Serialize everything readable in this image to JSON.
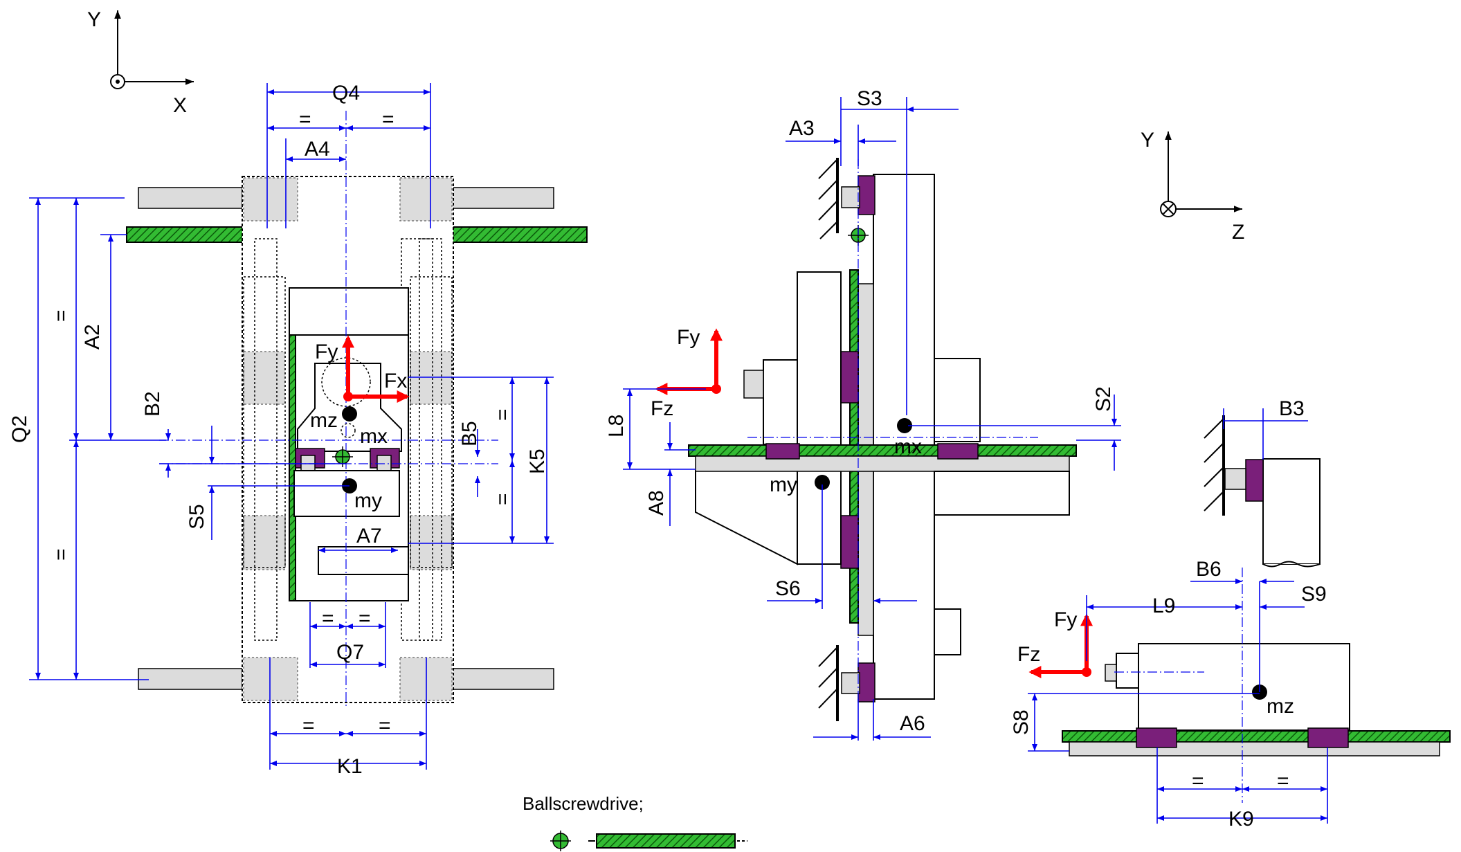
{
  "axes": {
    "front": {
      "y": "Y",
      "x": "X"
    },
    "side": {
      "y": "Y",
      "z": "Z"
    }
  },
  "front_view": {
    "dims": {
      "q4": "Q4",
      "a4": "A4",
      "q2": "Q2",
      "a2": "A2",
      "b2": "B2",
      "s5": "S5",
      "b5": "B5",
      "k5": "K5",
      "a7": "A7",
      "q7": "Q7",
      "k1": "K1",
      "eq": "="
    },
    "forces": {
      "fy": "Fy",
      "fx": "Fx"
    },
    "masses": {
      "mz": "mz",
      "mx": "mx",
      "my": "my"
    }
  },
  "side_view": {
    "dims": {
      "s3": "S3",
      "a3": "A3",
      "l8": "L8",
      "a8": "A8",
      "s2": "S2",
      "s6": "S6",
      "a6": "A6"
    },
    "forces": {
      "fy": "Fy",
      "fz": "Fz"
    },
    "masses": {
      "mx": "mx",
      "my": "my"
    }
  },
  "detail_view": {
    "dims": {
      "b3": "B3",
      "b6": "B6",
      "s9": "S9",
      "l9": "L9",
      "s8": "S8",
      "k9": "K9",
      "eq": "="
    },
    "forces": {
      "fy": "Fy",
      "fz": "Fz"
    },
    "masses": {
      "mz": "mz"
    }
  },
  "legend": {
    "title": "Ballscrewdrive;"
  },
  "colors": {
    "dimension": "#0000ee",
    "force": "#ff0000",
    "bearing": "#7a1f7a",
    "ballscrew": "#33bb33"
  }
}
